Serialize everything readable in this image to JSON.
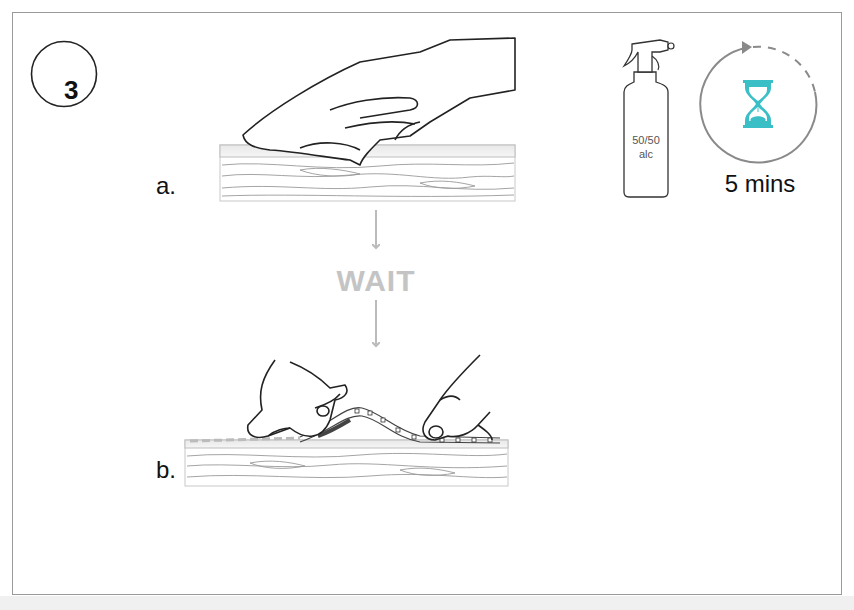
{
  "diagram": {
    "nodes": [
      {
        "text": [
          "3"
        ]
      },
      {
        "text": [
          "50/50 alc"
        ]
      }
    ],
    "labels": [
      "a.",
      "WAIT",
      "b.",
      "5 mins"
    ]
  }
}
